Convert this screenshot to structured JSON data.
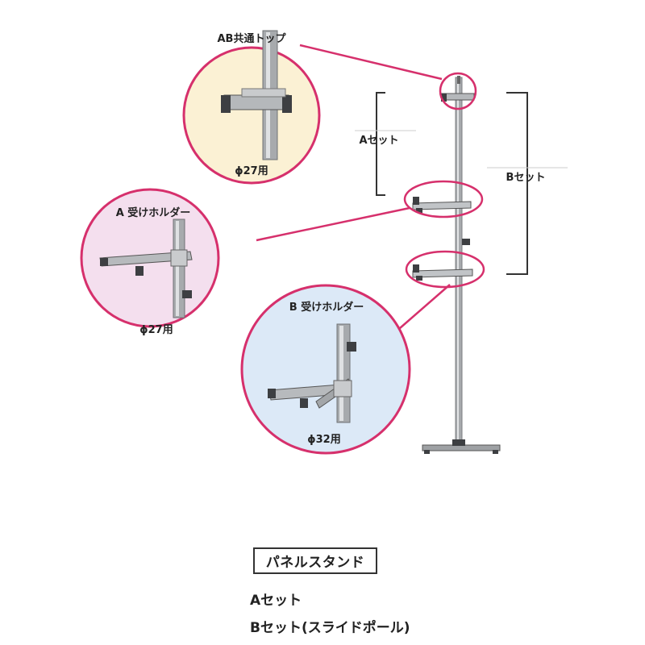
{
  "callouts": {
    "ab_top": {
      "title": "AB共通トップ",
      "spec": "ϕ27用",
      "fill": "#fbf1d4"
    },
    "a_holder": {
      "title": "A 受けホルダー",
      "spec": "ϕ27用",
      "fill": "#f4dfee"
    },
    "b_holder": {
      "title": "B 受けホルダー",
      "spec": "ϕ32用",
      "fill": "#dce9f7"
    }
  },
  "brackets": {
    "a_set": "Aセット",
    "b_set": "Bセット"
  },
  "caption": {
    "title": "パネルスタンド",
    "line1": "Aセット",
    "line2": "Bセット(スライドポール)"
  },
  "colors": {
    "accent": "#d6306c",
    "metal": "#a7aaad",
    "metal_dark": "#4a4c4f"
  }
}
